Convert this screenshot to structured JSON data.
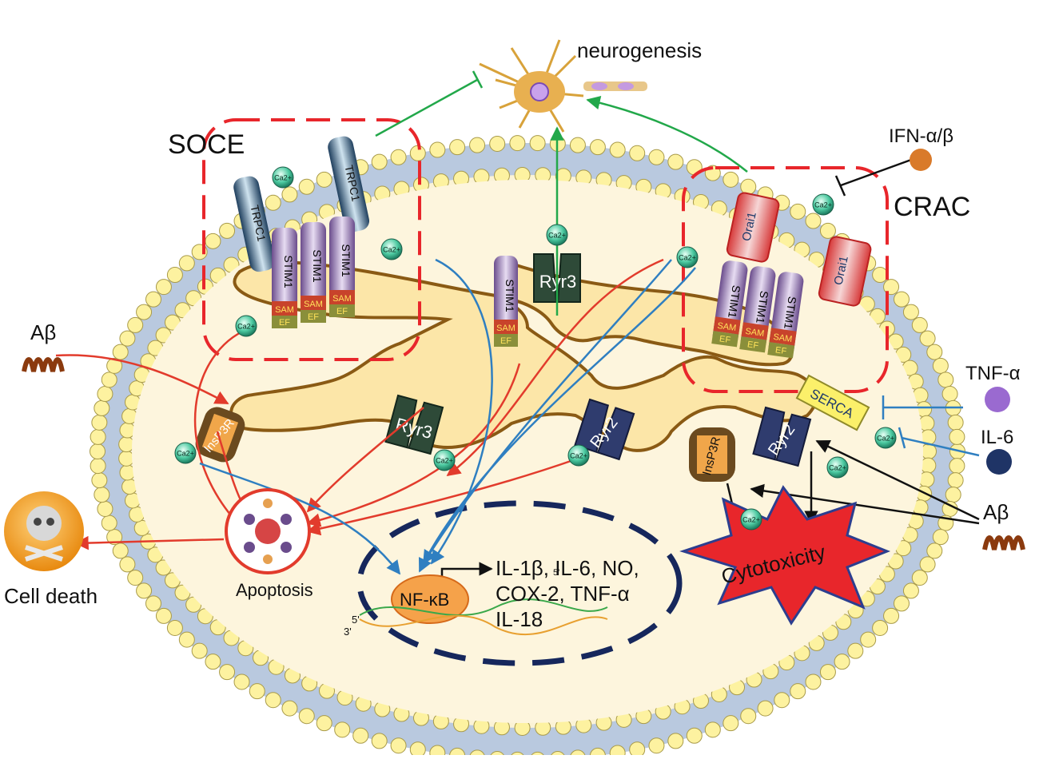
{
  "labels": {
    "neurogenesis": "neurogenesis",
    "soce": "SOCE",
    "crac": "CRAC",
    "ifn": "IFN-α/β",
    "tnf": "TNF-α",
    "il6": "IL-6",
    "abeta_left": "Aβ",
    "abeta_right": "Aβ",
    "cell_death": "Cell death",
    "apoptosis": "Apoptosis",
    "nfkb": "NF-κB",
    "cytokines_line1": "IL-1β, IL-6, NO,",
    "cytokines_line2": "COX-2, TNF-α",
    "cytokines_line3": "IL-18",
    "cytotoxicity": "Cytotoxicity",
    "dna_5prime_left": "5'",
    "dna_3prime_left": "3'",
    "dna_5prime_mid": "5'"
  },
  "channels": {
    "trpc1": "TRPC1",
    "stim1": "STIM1",
    "sam": "SAM",
    "ef": "EF",
    "orai1": "Orai1",
    "ryr3": "Ryr3",
    "ryr2": "Ryr2",
    "insp3r": "InsP3R",
    "serca": "SERCA"
  },
  "ion": "Ca2+",
  "colors": {
    "activation_green": "#22a84a",
    "inhibition_blue": "#2f7fc1",
    "red_path": "#e23b2c",
    "black_path": "#111111",
    "er_fill": "#fce6a8",
    "cell_interior": "#fdf5dd",
    "lipid_head": "#fdf2a0",
    "soce_box": "#e8262b",
    "nucleus_dash": "#16275c",
    "cytotoxicity_star": "#e8262b"
  }
}
